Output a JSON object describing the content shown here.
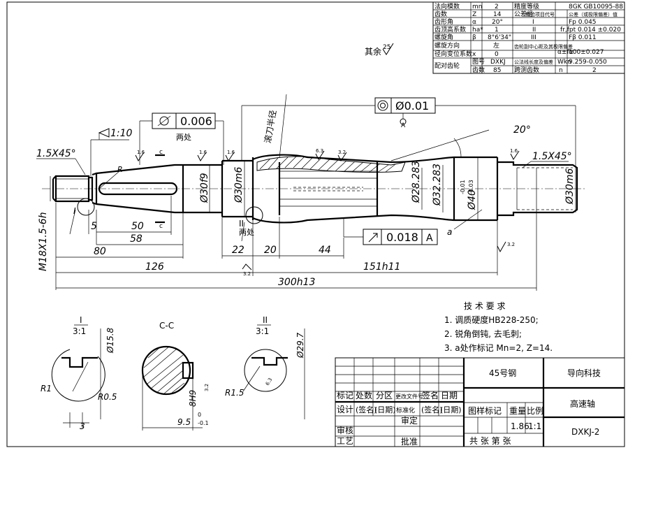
{
  "params": {
    "rows": [
      {
        "name": "法向模数",
        "sym": "mn",
        "val": "2",
        "n2": "精度等级",
        "s2": "",
        "v2": "8GK  GB10095-88"
      },
      {
        "name": "齿数",
        "sym": "Z",
        "val": "14",
        "n2": "公差组",
        "s2": "检验项目代号",
        "v2": "公差（或极限偏差）值"
      },
      {
        "name": "齿形角",
        "sym": "α",
        "val": "20°",
        "n2": "",
        "s2": "I",
        "v2": "Fp 0.045"
      },
      {
        "name": "齿顶高系数",
        "sym": "ha*",
        "val": "1",
        "n2": "",
        "s2": "II",
        "v2": "fr,fpt  0.014  ±0.020"
      },
      {
        "name": "螺旋角",
        "sym": "β",
        "val": "8°6'34\"",
        "n2": "",
        "s2": "III",
        "v2": "Fβ  0.011"
      },
      {
        "name": "螺旋方向",
        "sym": "",
        "val": "左",
        "n2": "齿轮副中心距及其极限偏差",
        "s2": "α±fα",
        "v2": "100±0.027"
      },
      {
        "name": "径向变位系数",
        "sym": "x",
        "val": "0",
        "n2": "",
        "s2": "",
        "v2": ""
      },
      {
        "name": "配对齿轮",
        "sym": "图号",
        "val": "DXKJ",
        "n2": "公法线长度及偏差",
        "s2": "Wkn",
        "v2": "9.259-0.050"
      },
      {
        "name": "",
        "sym": "齿数",
        "val": "85",
        "n2": "跨测齿数",
        "s2": "n",
        "v2": "2"
      }
    ]
  },
  "rest_roughness": "其余",
  "rest_roughness_val": "25",
  "labels": {
    "thread_chamfer": "1.5X45°",
    "thread_chamfer_r": "1.5X45°",
    "taper": "1:10",
    "tol_circ_val": "0.006",
    "tol_circ_note": "两处",
    "tol_conc_val": "Ø0.01",
    "tol_runout_val": "0.018",
    "tol_runout_ref": "A",
    "datum": "A",
    "hob_note": "滚刀半径",
    "angle20": "20°",
    "two_places": "两处",
    "roman1": "I",
    "roman2": "II",
    "sec_c": "c",
    "label_a": "a",
    "label_R": "R",
    "rough_16": "1.6",
    "rough_63": "6.3",
    "rough_32": "3.2"
  },
  "dims": {
    "thread": "M18X1.5-6h",
    "d30f9": "Ø30f9",
    "d30m6": "Ø30m6",
    "d30m6r": "Ø30m6",
    "d2823": "Ø28.283",
    "d3283": "Ø32.283",
    "d40": "Ø40",
    "d40tol": "-0.01\n-0.03",
    "d40tol_a": "-0.01",
    "d40tol_b": "-0.03",
    "l5": "5",
    "l50": "50",
    "l58": "58",
    "l80": "80",
    "l126": "126",
    "l22": "22",
    "l20": "20",
    "l44": "44",
    "l151": "151h11",
    "l300": "300h13"
  },
  "tech": {
    "title": "技 术 要 求",
    "items": [
      "1. 调质硬度HB228-250;",
      "2. 锐角倒钝, 去毛刺;",
      "3.  a处作标记 Mn=2, Z=14."
    ]
  },
  "details": {
    "d1_title": "I",
    "d1_scale": "3:1",
    "d1_dia": "Ø15.8",
    "d1_r1": "R1",
    "d1_r05": "R0.5",
    "d1_3": "3",
    "cc_title": "C-C",
    "cc_8h9": "8H9",
    "cc_95": "9.5",
    "cc_95tol": "0\n-0.1",
    "cc_95tol_a": "0",
    "cc_95tol_b": "-0.1",
    "cc_32": "3.2",
    "d2_title": "II",
    "d2_scale": "3:1",
    "d2_dia": "Ø29.7",
    "d2_r15": "R1.5",
    "d2_63": "6.3"
  },
  "titleblock": {
    "material": "45号钢",
    "company": "导向科技",
    "part": "高速轴",
    "code": "DXKJ-2",
    "h_mark": "标记",
    "h_count": "处数",
    "h_zone": "分区",
    "h_doc": "更改文件号",
    "h_sign": "签名",
    "h_date": "日期",
    "design": "设计",
    "sign1": "(签名)",
    "date1": "(日期)",
    "std": "标准化",
    "sign2": "(签名)",
    "date2": "(日期)",
    "stage": "图样标记",
    "weight": "重量",
    "scale": "比例",
    "weight_val": "1.86",
    "scale_val": "1:1",
    "check": "审核",
    "process": "工艺",
    "audit": "审定",
    "approve": "批准",
    "sheets": "共   张  第   张"
  }
}
